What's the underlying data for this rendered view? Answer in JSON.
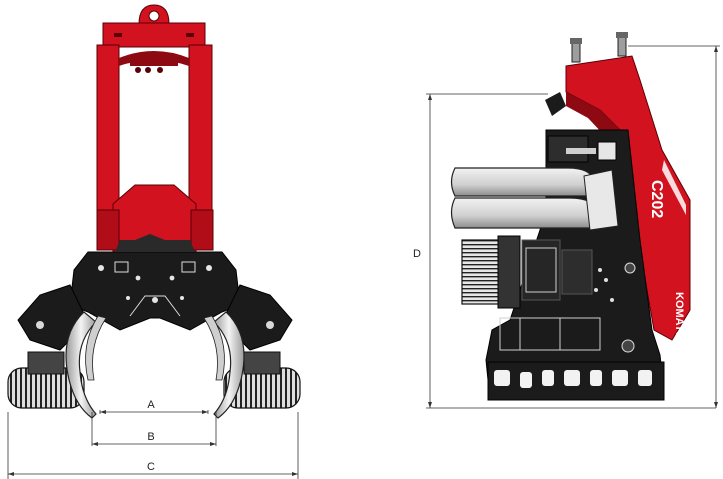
{
  "labels": {
    "A": "A",
    "B": "B",
    "C": "C",
    "D": "D"
  },
  "side_view": {
    "model_text": "C202",
    "brand_text": "KOMATSU"
  },
  "colors": {
    "frame_red": "#d2121f",
    "frame_dark_red": "#8e0a12",
    "body_black": "#1b1b1b",
    "roller_grey": "#b9b9b9",
    "dimension_line": "#333333"
  },
  "icons": {
    "lifting_eye": "lifting-eye-icon"
  }
}
